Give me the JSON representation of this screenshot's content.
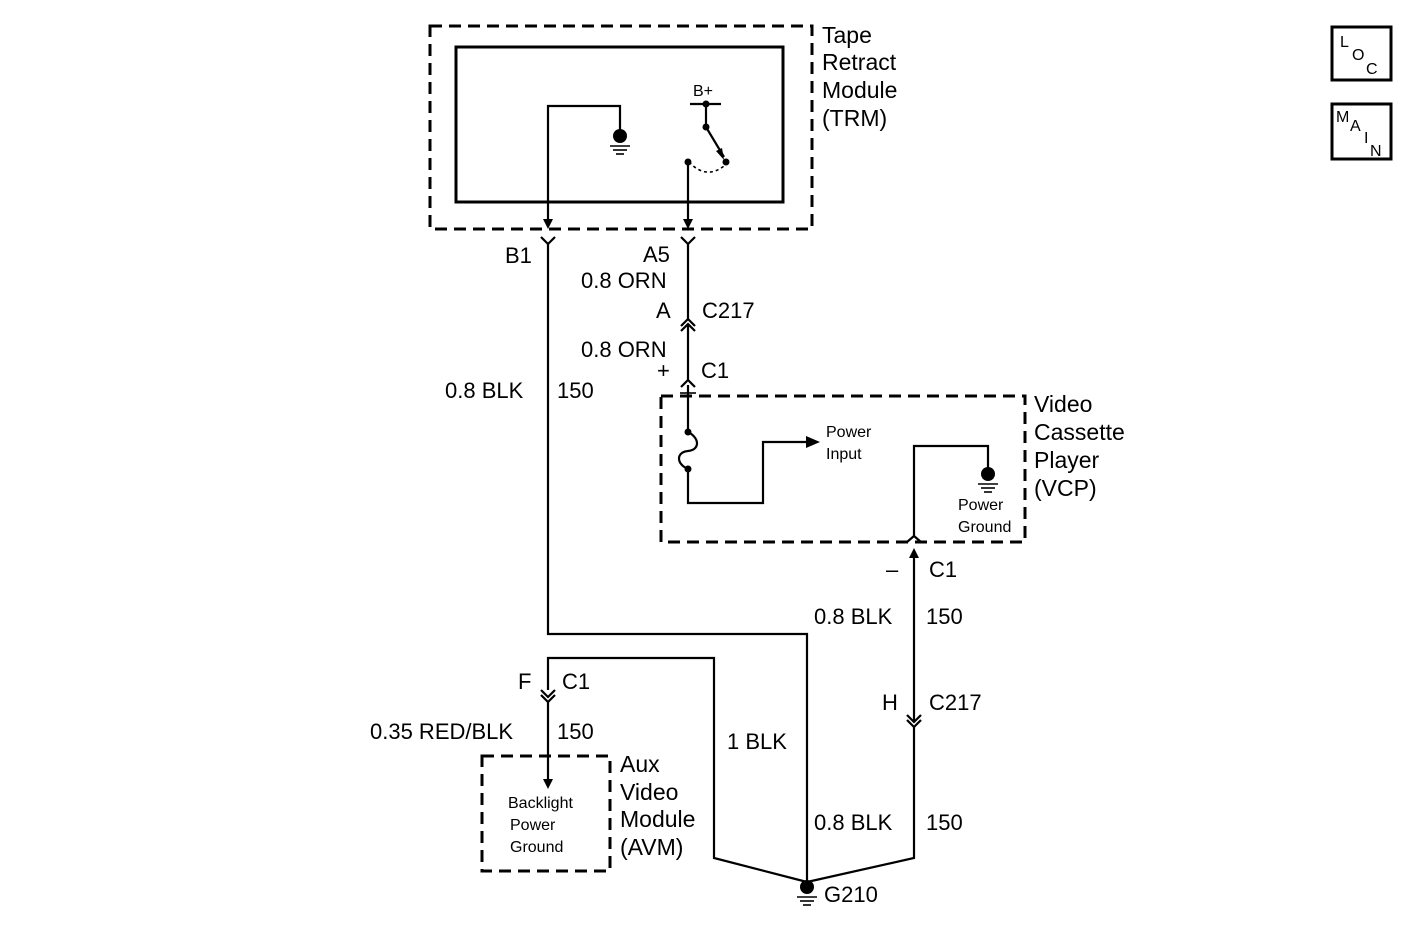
{
  "trm": {
    "title_lines": [
      "Tape",
      "Retract",
      "Module",
      "(TRM)"
    ],
    "bplus": "B+"
  },
  "trm_pins": {
    "b1": "B1",
    "a5": "A5"
  },
  "wires": {
    "orn_upper": "0.8 ORN",
    "orn_lower": "0.8 ORN",
    "blk_left_gauge": "0.8 BLK",
    "blk_left_circuit": "150",
    "blk_mid_gauge": "0.8 BLK",
    "blk_mid_circuit": "150",
    "blk_low_gauge": "0.8 BLK",
    "blk_low_circuit": "150",
    "one_blk": "1 BLK",
    "red_blk_gauge": "0.35 RED/BLK",
    "red_blk_circuit": "150"
  },
  "connectors": {
    "c217_top_pin": "A",
    "c217_top_name": "C217",
    "vcp_c1_plus_pin": "+",
    "vcp_c1_plus_name": "C1",
    "vcp_c1_minus_pin": "–",
    "vcp_c1_minus_name": "C1",
    "c217_h_pin": "H",
    "c217_h_name": "C217",
    "avm_c1_pin": "F",
    "avm_c1_name": "C1"
  },
  "vcp": {
    "title_lines": [
      "Video",
      "Cassette",
      "Player",
      "(VCP)"
    ],
    "power_input_lines": [
      "Power",
      "Input"
    ],
    "power_ground_lines": [
      "Power",
      "Ground"
    ]
  },
  "avm": {
    "title_lines": [
      "Aux",
      "Video",
      "Module",
      "(AVM)"
    ],
    "backlight_lines": [
      "Backlight",
      "Power",
      "Ground"
    ]
  },
  "ground": {
    "label": "G210"
  },
  "badges": {
    "loc": [
      "L",
      "O",
      "C"
    ],
    "main": [
      "M",
      "A",
      "I",
      "N"
    ]
  }
}
